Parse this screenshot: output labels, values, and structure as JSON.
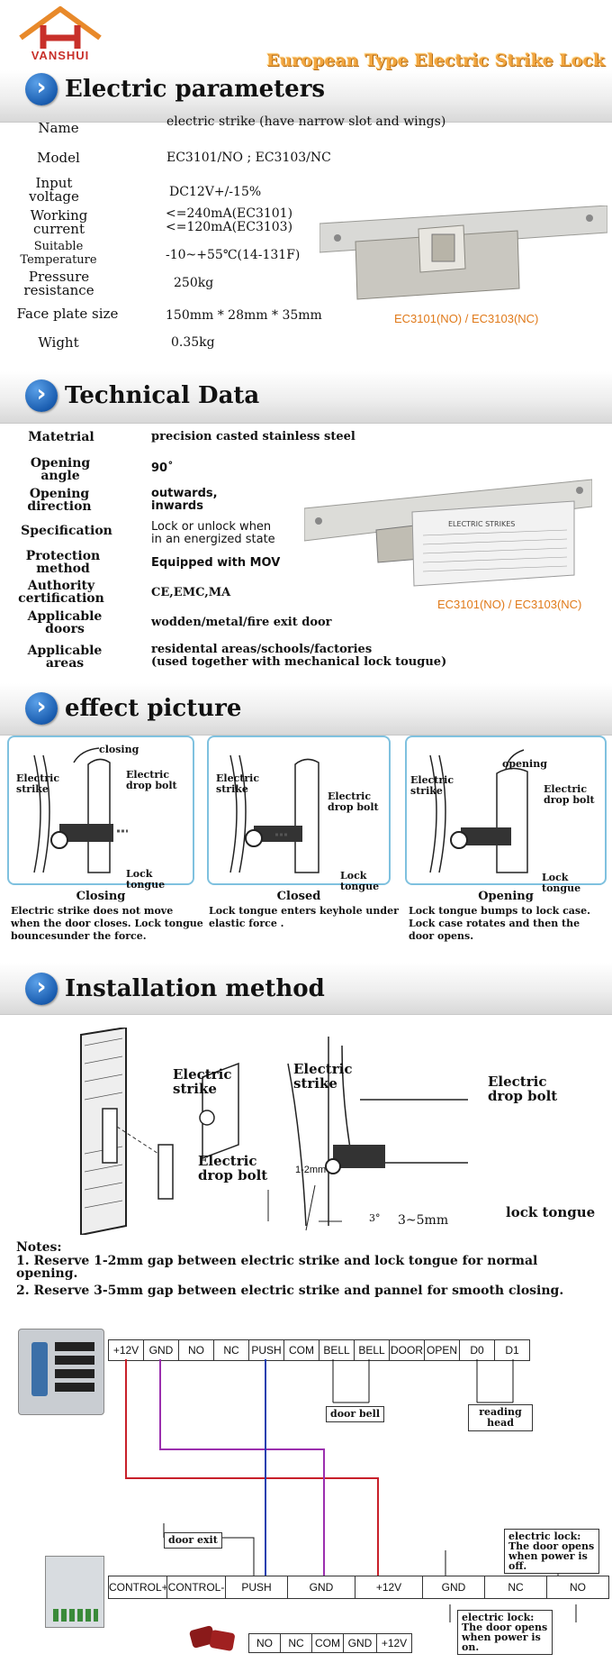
{
  "brand": {
    "name": "VANSHUI",
    "banner": "European Type Electric Strike Lock"
  },
  "electric": {
    "title": "Electric parameters",
    "rows": [
      {
        "label": "Name",
        "value": "electric strike (have narrow slot and wings)"
      },
      {
        "label": "Model",
        "value": "EC3101/NO ; EC3103/NC"
      },
      {
        "label": "Input voltage",
        "value": "DC12V+/-15%"
      },
      {
        "label": "Working current",
        "value": "<=240mA(EC3101)\n<=120mA(EC3103)"
      },
      {
        "label": "Suitable Temperature",
        "value": "-10~+55℃(14-131F)"
      },
      {
        "label": "Pressure resistance",
        "value": "250kg"
      },
      {
        "label": "Face plate size",
        "value": "150mm * 28mm * 35mm"
      },
      {
        "label": "Wight",
        "value": "0.35kg"
      }
    ],
    "caption": "EC3101(NO) / EC3103(NC)"
  },
  "technical": {
    "title": "Technical Data",
    "rows": [
      {
        "label": "Matetrial",
        "value": "precision casted stainless steel"
      },
      {
        "label": "Opening angle",
        "value": "90˚"
      },
      {
        "label": "Opening direction",
        "value": "outwards,\n inwards"
      },
      {
        "label": "Specification",
        "value": "Lock or unlock when\nin an energized state"
      },
      {
        "label": "Protection method",
        "value": "Equipped with MOV"
      },
      {
        "label": "Authority certification",
        "value": "CE,EMC,MA"
      },
      {
        "label": "Applicable doors",
        "value": "wodden/metal/fire exit door"
      },
      {
        "label": "Applicable areas",
        "value": "residental areas/schools/factories\n(used together with mechanical lock tougue)"
      }
    ],
    "caption": "EC3101(NO) / EC3103(NC)",
    "product_label": "ELECTRIC STRIKES"
  },
  "effect": {
    "title": "effect picture",
    "panels": [
      {
        "top_label": "closing",
        "strike": "Electric strike",
        "bolt": "Electric drop bolt",
        "tongue": "Lock tongue",
        "caption": "Closing",
        "desc": "Electric strike does not move\nwhen the door closes. Lock tongue\nbouncesunder the force."
      },
      {
        "top_label": "",
        "strike": "Electric strike",
        "bolt": "Electric drop bolt",
        "tongue": "Lock tongue",
        "caption": "Closed",
        "desc": "Lock tongue enters keyhole under\nelastic force ."
      },
      {
        "top_label": "opening",
        "strike": "Electric strike",
        "bolt": "Electric drop bolt",
        "tongue": "Lock tongue",
        "caption": "Opening",
        "desc": "Lock tongue bumps to lock case.\nLock case rotates and then the\ndoor opens."
      }
    ]
  },
  "install": {
    "title": "Installation method",
    "labels": {
      "strike1": "Electric strike",
      "bolt1": "Electric drop bolt",
      "strike2": "Electric strike",
      "bolt2": "Electric drop bolt",
      "gap": "1-2mm",
      "tongue": "lock tongue",
      "angle": "3°",
      "gap2": "3~5mm"
    },
    "notes_title": "Notes:",
    "notes": [
      "1. Reserve 1-2mm gap between electric strike and lock tongue for normal\n    opening.",
      "2. Reserve 3-5mm gap between electric strike and pannel for smooth closing."
    ]
  },
  "wiring": {
    "top_terminals": [
      "+12V",
      "GND",
      "NO",
      "NC",
      "PUSH",
      "COM",
      "BELL",
      "BELL",
      "DOOR",
      "OPEN",
      "D0",
      "D1"
    ],
    "door_bell": "door bell",
    "reading_head": "reading head",
    "door_exit": "door exit",
    "bottom_terminals": [
      "CONTROL+",
      "CONTROL-",
      "PUSH",
      "GND",
      "+12V",
      "GND",
      "NC",
      "NO"
    ],
    "remote_terminals": [
      "NO",
      "NC",
      "COM",
      "GND",
      "+12V"
    ],
    "lock_note_top": "electric lock:\nThe door opens\nwhen power is\noff.",
    "lock_note_bottom": "electric lock:\nThe door opens\nwhen power is\non.",
    "colors": {
      "red": "#c8202a",
      "purple": "#9b2fae",
      "blue": "#1d3fb0",
      "black": "#111111"
    }
  }
}
